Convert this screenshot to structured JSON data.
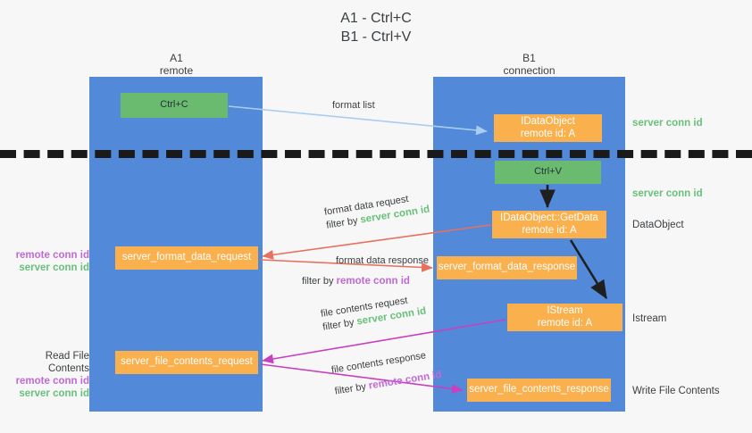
{
  "title": "A1 - Ctrl+C\nB1 - Ctrl+V",
  "title_line1": "A1 - Ctrl+C",
  "title_line2": "B1 - Ctrl+V",
  "lanes": [
    {
      "id": "A1",
      "name": "A1",
      "role": "remote",
      "color": "#5289d8"
    },
    {
      "id": "B1",
      "name": "B1",
      "role": "connection",
      "color": "#5289d8"
    }
  ],
  "colors": {
    "lane": "#5289d8",
    "node_orange": "#fbb04e",
    "node_green": "#6aba6f",
    "remote_conn_id": "#c16ad6",
    "server_conn_id": "#68c07a",
    "arrow_red": "#e8705f",
    "arrow_magenta": "#c93fc0",
    "arrow_lightblue": "#a8cdf0",
    "arrow_dark": "#1f1f1f",
    "divider": "#1a1a1a",
    "background": "#f7f7f7",
    "text": "#3c4043"
  },
  "nodes": {
    "ctrl_c": {
      "label": "Ctrl+C",
      "style": "green"
    },
    "ctrl_v": {
      "label": "Ctrl+V",
      "style": "green"
    },
    "idataobject_copy": {
      "label": "IDataObject",
      "sub": "remote id: A",
      "style": "orange"
    },
    "idataobject_getdata": {
      "label": "IDataObject::GetData",
      "sub": "remote id: A",
      "style": "orange"
    },
    "istream": {
      "label": "IStream",
      "sub": "remote id: A",
      "style": "orange"
    },
    "server_format_data_request": {
      "label": "server_format_data_request",
      "style": "orange"
    },
    "server_format_data_response": {
      "label": "server_format_data_response",
      "style": "orange"
    },
    "server_file_contents_request": {
      "label": "server_file_contents_request",
      "style": "orange"
    },
    "server_file_contents_response": {
      "label": "server_file_contents_response",
      "style": "orange"
    }
  },
  "side_labels": {
    "server_conn_id_top": "server conn id",
    "server_conn_id_second": "server conn id",
    "dataobject": "DataObject",
    "istream": "Istream",
    "write_file_contents": "Write File Contents",
    "read_file_contents": "Read File Contents",
    "remote_conn_id": "remote conn id",
    "server_conn_id": "server conn id"
  },
  "edges": [
    {
      "id": "format-list",
      "label": "format list",
      "filter_prefix": "",
      "filter_value": "",
      "color": "#a8cdf0"
    },
    {
      "id": "format-data-request",
      "label": "format data request",
      "filter_prefix": "filter by ",
      "filter_value": "server conn id",
      "filter_color": "server",
      "color": "#e8705f"
    },
    {
      "id": "format-data-response",
      "label": "format data response",
      "filter_prefix": "filter by ",
      "filter_value": "remote conn id",
      "filter_color": "remote",
      "color": "#e8705f"
    },
    {
      "id": "file-contents-request",
      "label": "file contents request",
      "filter_prefix": "filter by ",
      "filter_value": "server conn id",
      "filter_color": "server",
      "color": "#c93fc0"
    },
    {
      "id": "file-contents-response",
      "label": "file contents response",
      "filter_prefix": "filter by ",
      "filter_value": "remote conn id",
      "filter_color": "remote",
      "color": "#c93fc0"
    }
  ]
}
